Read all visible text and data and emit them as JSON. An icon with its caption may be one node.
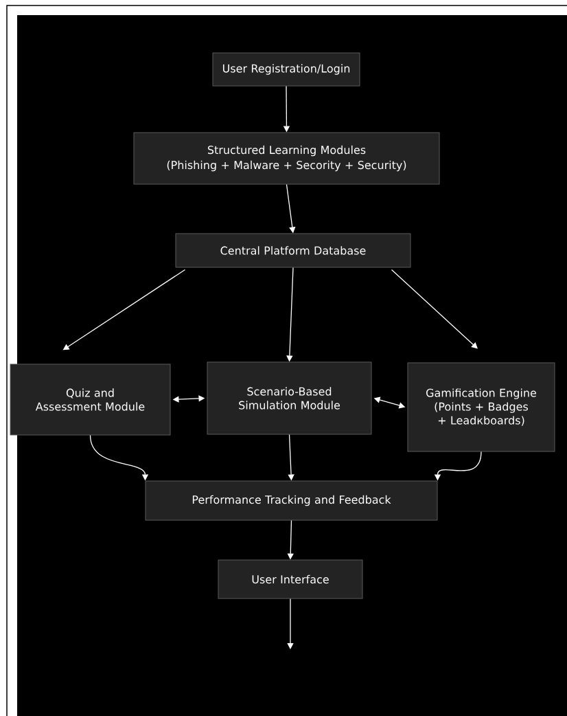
{
  "diagram": {
    "nodes": [
      {
        "text": [
          "User Registration/Login"
        ]
      },
      {
        "text": [
          "Structured Learning Modules",
          "(Phishing + Malware + Secority + Security)"
        ]
      },
      {
        "text": [
          "Central Platform Database"
        ]
      },
      {
        "text": [
          "Quiz and Assessment Module"
        ]
      },
      {
        "text": [
          "Scenario-Based Simulation Module"
        ]
      },
      {
        "text": [
          "Gamification Engine (Points + Badges + Leadкboards)"
        ]
      },
      {
        "text": [
          "Performance Tracking and Feedback"
        ]
      },
      {
        "text": [
          "User Interface"
        ]
      }
    ],
    "edges": [
      {
        "from": 0,
        "to": 1,
        "arrow": "to"
      },
      {
        "from": 1,
        "to": 2,
        "arrow": "to"
      },
      {
        "from": 2,
        "to": 3,
        "arrow": "to"
      },
      {
        "from": 2,
        "to": 4,
        "arrow": "to"
      },
      {
        "from": 2,
        "to": 5,
        "arrow": "to"
      },
      {
        "from": 3,
        "to": 4,
        "arrow": "both"
      },
      {
        "from": 4,
        "to": 5,
        "arrow": "both"
      },
      {
        "from": 3,
        "to": 6,
        "arrow": "to"
      },
      {
        "from": 4,
        "to": 6,
        "arrow": "to"
      },
      {
        "from": 5,
        "to": 6,
        "arrow": "to"
      },
      {
        "from": 6,
        "to": 7,
        "arrow": "to"
      },
      {
        "from": 7,
        "to": null,
        "arrow": "to"
      }
    ]
  }
}
